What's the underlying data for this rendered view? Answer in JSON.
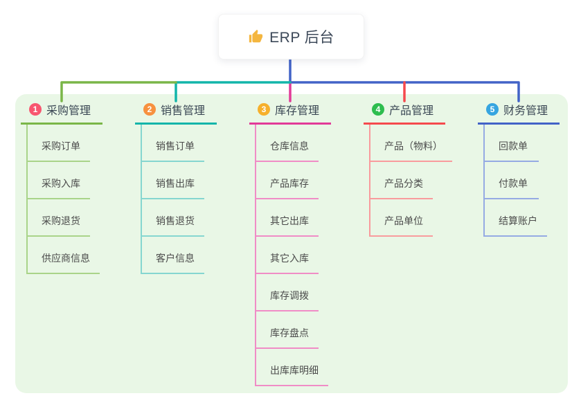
{
  "root": {
    "label": "ERP 后台",
    "icon": "thumbs-up-icon",
    "icon_color": "#f4b63f"
  },
  "panel_color": "#e9f7e6",
  "connector_color": "#4565cb",
  "branches": [
    {
      "badge": "1",
      "badge_color": "#f8566f",
      "line_color": "#7ab648",
      "child_line_color": "#a9d489",
      "label": "采购管理",
      "children": [
        "采购订单",
        "采购入库",
        "采购退货",
        "供应商信息"
      ]
    },
    {
      "badge": "2",
      "badge_color": "#f7913f",
      "line_color": "#12b5aa",
      "child_line_color": "#85d6d0",
      "label": "销售管理",
      "children": [
        "销售订单",
        "销售出库",
        "销售退货",
        "客户信息"
      ]
    },
    {
      "badge": "3",
      "badge_color": "#f6b02c",
      "line_color": "#e23a98",
      "child_line_color": "#f08cc6",
      "label": "库存管理",
      "children": [
        "仓库信息",
        "产品库存",
        "其它出库",
        "其它入库",
        "库存调拨",
        "库存盘点",
        "出库库明细"
      ]
    },
    {
      "badge": "4",
      "badge_color": "#2dbd4e",
      "line_color": "#f5494d",
      "child_line_color": "#f99b9d",
      "label": "产品管理",
      "children": [
        "产品（物料）",
        "产品分类",
        "产品单位"
      ]
    },
    {
      "badge": "5",
      "badge_color": "#36a5e0",
      "line_color": "#4263c7",
      "child_line_color": "#95aae3",
      "label": "财务管理",
      "children": [
        "回款单",
        "付款单",
        "结算账户"
      ]
    }
  ]
}
